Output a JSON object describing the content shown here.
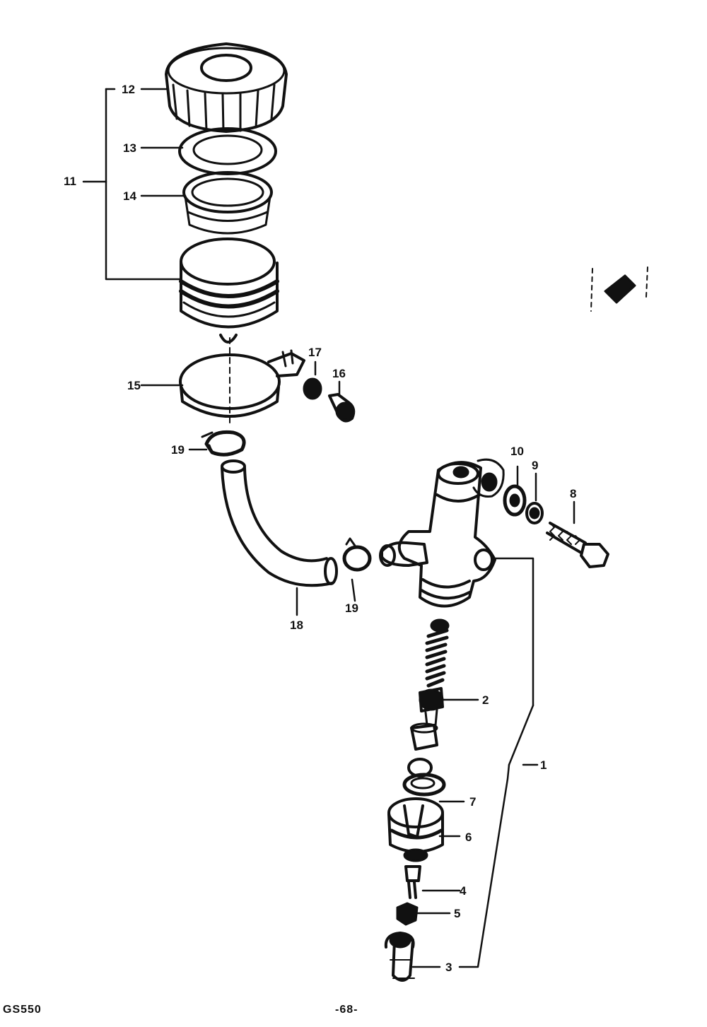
{
  "diagram": {
    "header": "",
    "model": "GS550",
    "page": "-68-",
    "callouts": {
      "c1": "1",
      "c2": "2",
      "c3": "3",
      "c4": "4",
      "c5": "5",
      "c6": "6",
      "c7": "7",
      "c8": "8",
      "c9": "9",
      "c10": "10",
      "c11": "11",
      "c12": "12",
      "c13": "13",
      "c14": "14",
      "c15": "15",
      "c16": "16",
      "c17": "17",
      "c18": "18",
      "c19a": "19",
      "c19b": "19"
    }
  }
}
